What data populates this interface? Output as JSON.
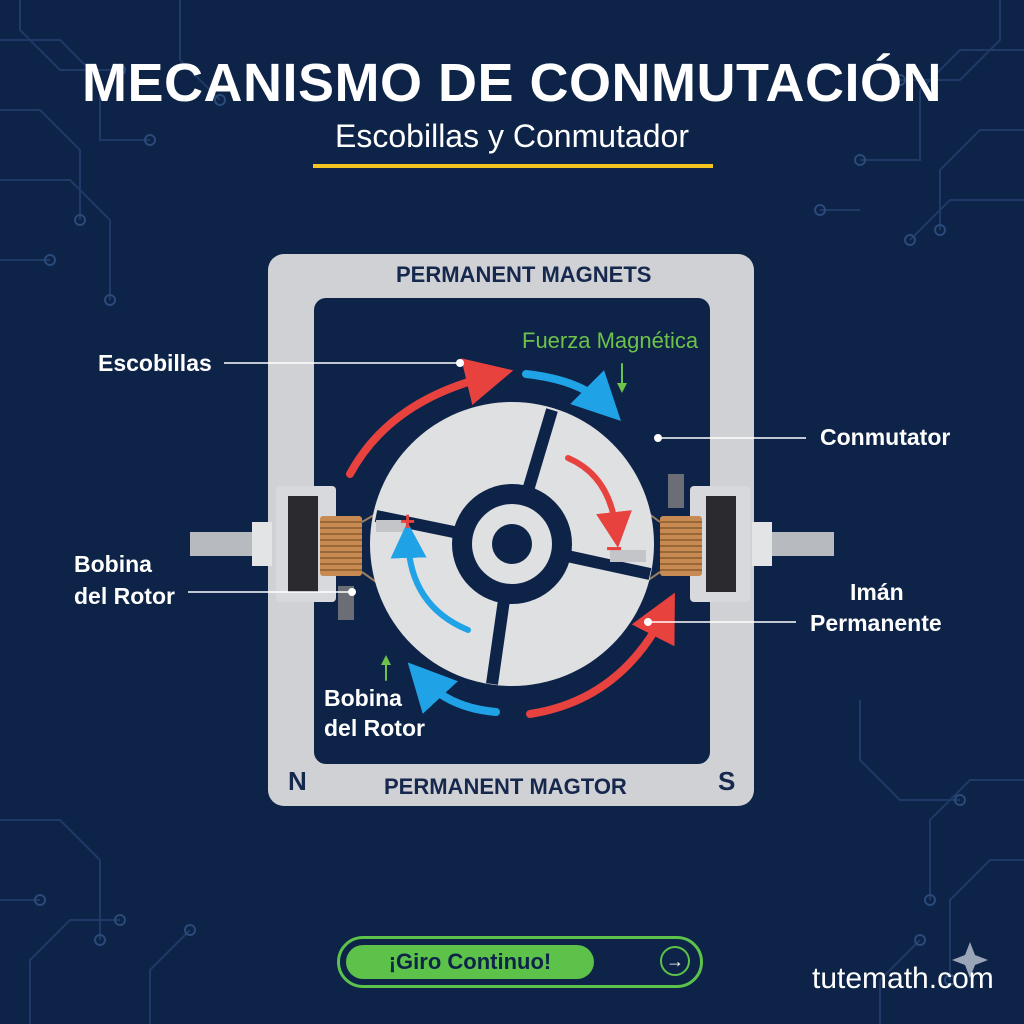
{
  "header": {
    "title": "MECANISMO DE CONMUTACIÓN",
    "subtitle": "Escobillas y Conmutador"
  },
  "diagram": {
    "frame_top_label": "PERMANENT MAGNETS",
    "frame_bottom_label": "PERMANENT MAGTOR",
    "pole_north": "N",
    "pole_south": "S",
    "force_label": "Fuerza Magnética",
    "inner_coil_label_line1": "Bobina",
    "inner_coil_label_line2": "del Rotor",
    "plus_sign": "+",
    "minus_sign": "−"
  },
  "callouts": {
    "brushes": "Escobillas",
    "commutator": "Conmutator",
    "rotor_coil_line1": "Bobina",
    "rotor_coil_line2": "del Rotor",
    "magnet_line1": "Imán",
    "magnet_line2": "Permanente"
  },
  "footer": {
    "button_label": "¡Giro Continuo!",
    "brand": "tutemath.com"
  },
  "colors": {
    "background": "#0d2348",
    "accent_yellow": "#f2c521",
    "arrow_red": "#e8423f",
    "arrow_blue": "#1fa3e6",
    "accent_green": "#5cc24a",
    "frame_gray": "#cfd1d4"
  },
  "icons": [
    "arrow-right-icon",
    "sparkle-icon"
  ]
}
